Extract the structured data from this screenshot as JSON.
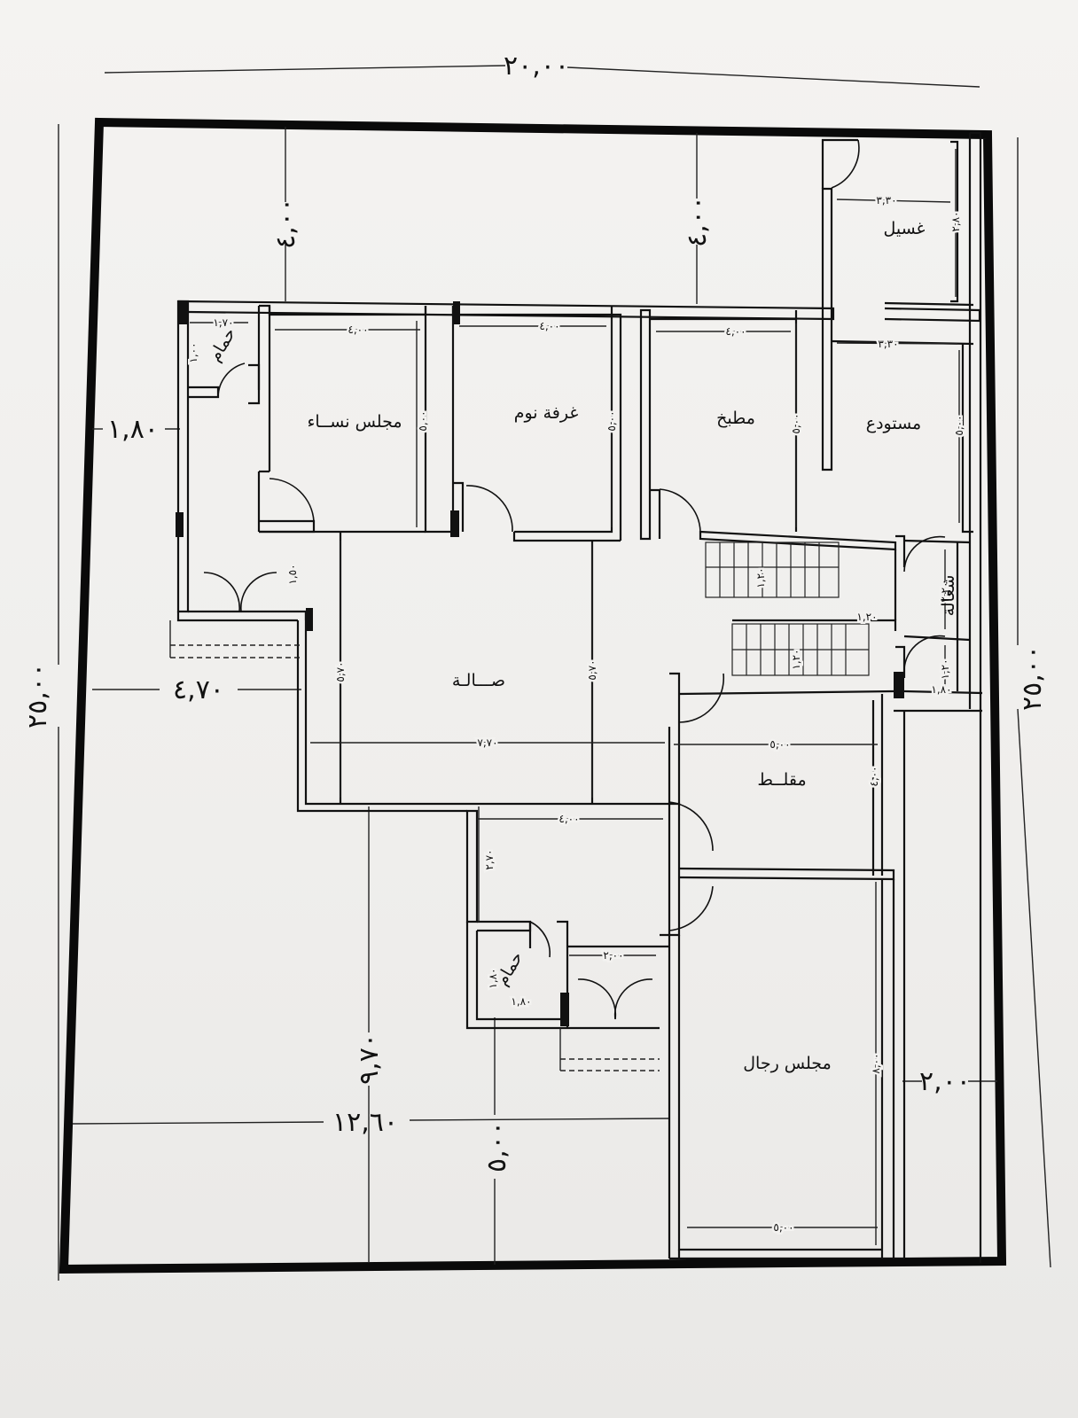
{
  "rooms": {
    "women_majlis": "مجلس نســاء",
    "bedroom": "غرفة نوم",
    "kitchen": "مطبخ",
    "storage": "مستودع",
    "laundry": "غسيل",
    "bath_1": "حمام",
    "bath_2": "حمام",
    "hall": "صـــالـة",
    "maid": "شغالة",
    "entrance": "مقلــط",
    "men_majlis": "مجلس رجال"
  },
  "dimensions": {
    "total_width": "٢٠,٠٠",
    "total_length_left": "٢٥,٠٠",
    "total_length_right": "٢٥,٠٠",
    "setback_top_left": "٤,٠٠",
    "setback_top_mid": "٤,٠٠",
    "setback_left": "١,٨٠",
    "setback_side": "٤,٧٠",
    "setback_bottom_left": "٩,٧٠",
    "front_width": "١٢,٦٠",
    "setback_bottom_mid": "٥,٠٠",
    "setback_right": "٢,٠٠",
    "bath1_w": "١,٧٠",
    "bath1_h": "١,٠٠",
    "women_w": "٤,٠٠",
    "women_h": "٥,٠٠",
    "bed_w": "٤,٠٠",
    "bed_h": "٥,٠٠",
    "kitchen_w": "٤,٠٠",
    "kitchen_h": "٥,٠٠",
    "laundry_w": "٣,٣٠",
    "laundry_h": "٢,٨٠",
    "storage_w": "٣,٣٠",
    "storage_h": "٥,٠٠",
    "entry_depth": "١,٥٠",
    "hall_h_left": "٥,٧٠",
    "hall_h_right": "٥,٧٠",
    "hall_w": "٧,٧٠",
    "stair_1": "١,٢٠",
    "stair_2": "١,٢٠",
    "stair_3": "١,٢٠",
    "maid_h1": "٢,٢٠",
    "maid_h2": "١,٢٠",
    "maid_w": "١,٨٠",
    "entrance_w": "٥,٠٠",
    "entrance_h": "٤,٠٠",
    "lobby_w": "٤,٠٠",
    "lobby_h": "٢,٧٠",
    "bath2_w": "١,٨٠",
    "bath2_h": "١,٨٠",
    "vest_w": "٢,٠٠",
    "men_h": "٨,٠٠",
    "men_w": "٥,٠٠"
  }
}
